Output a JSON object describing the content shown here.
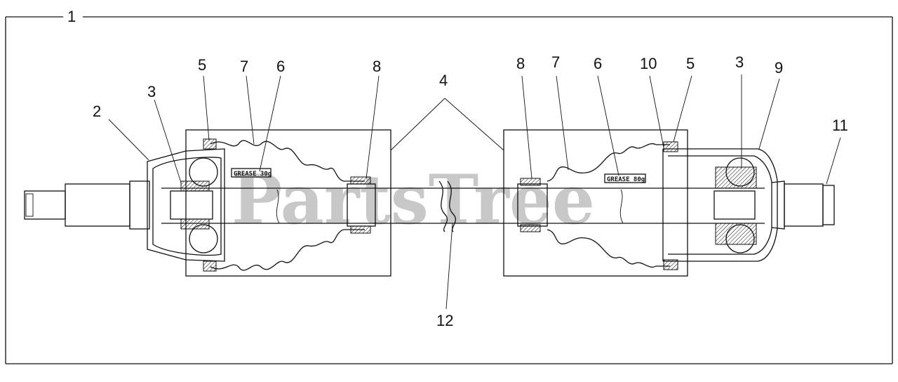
{
  "callouts": {
    "n1": "1",
    "n2": "2",
    "n3a": "3",
    "n3b": "3",
    "n4": "4",
    "n5a": "5",
    "n5b": "5",
    "n6a": "6",
    "n6b": "6",
    "n7a": "7",
    "n7b": "7",
    "n8a": "8",
    "n8b": "8",
    "n9": "9",
    "n10": "10",
    "n11": "11",
    "n12": "12"
  },
  "labels": {
    "grease_left": "GREASE 30g",
    "grease_right": "GREASE 80g"
  },
  "watermark": "PartsTree"
}
